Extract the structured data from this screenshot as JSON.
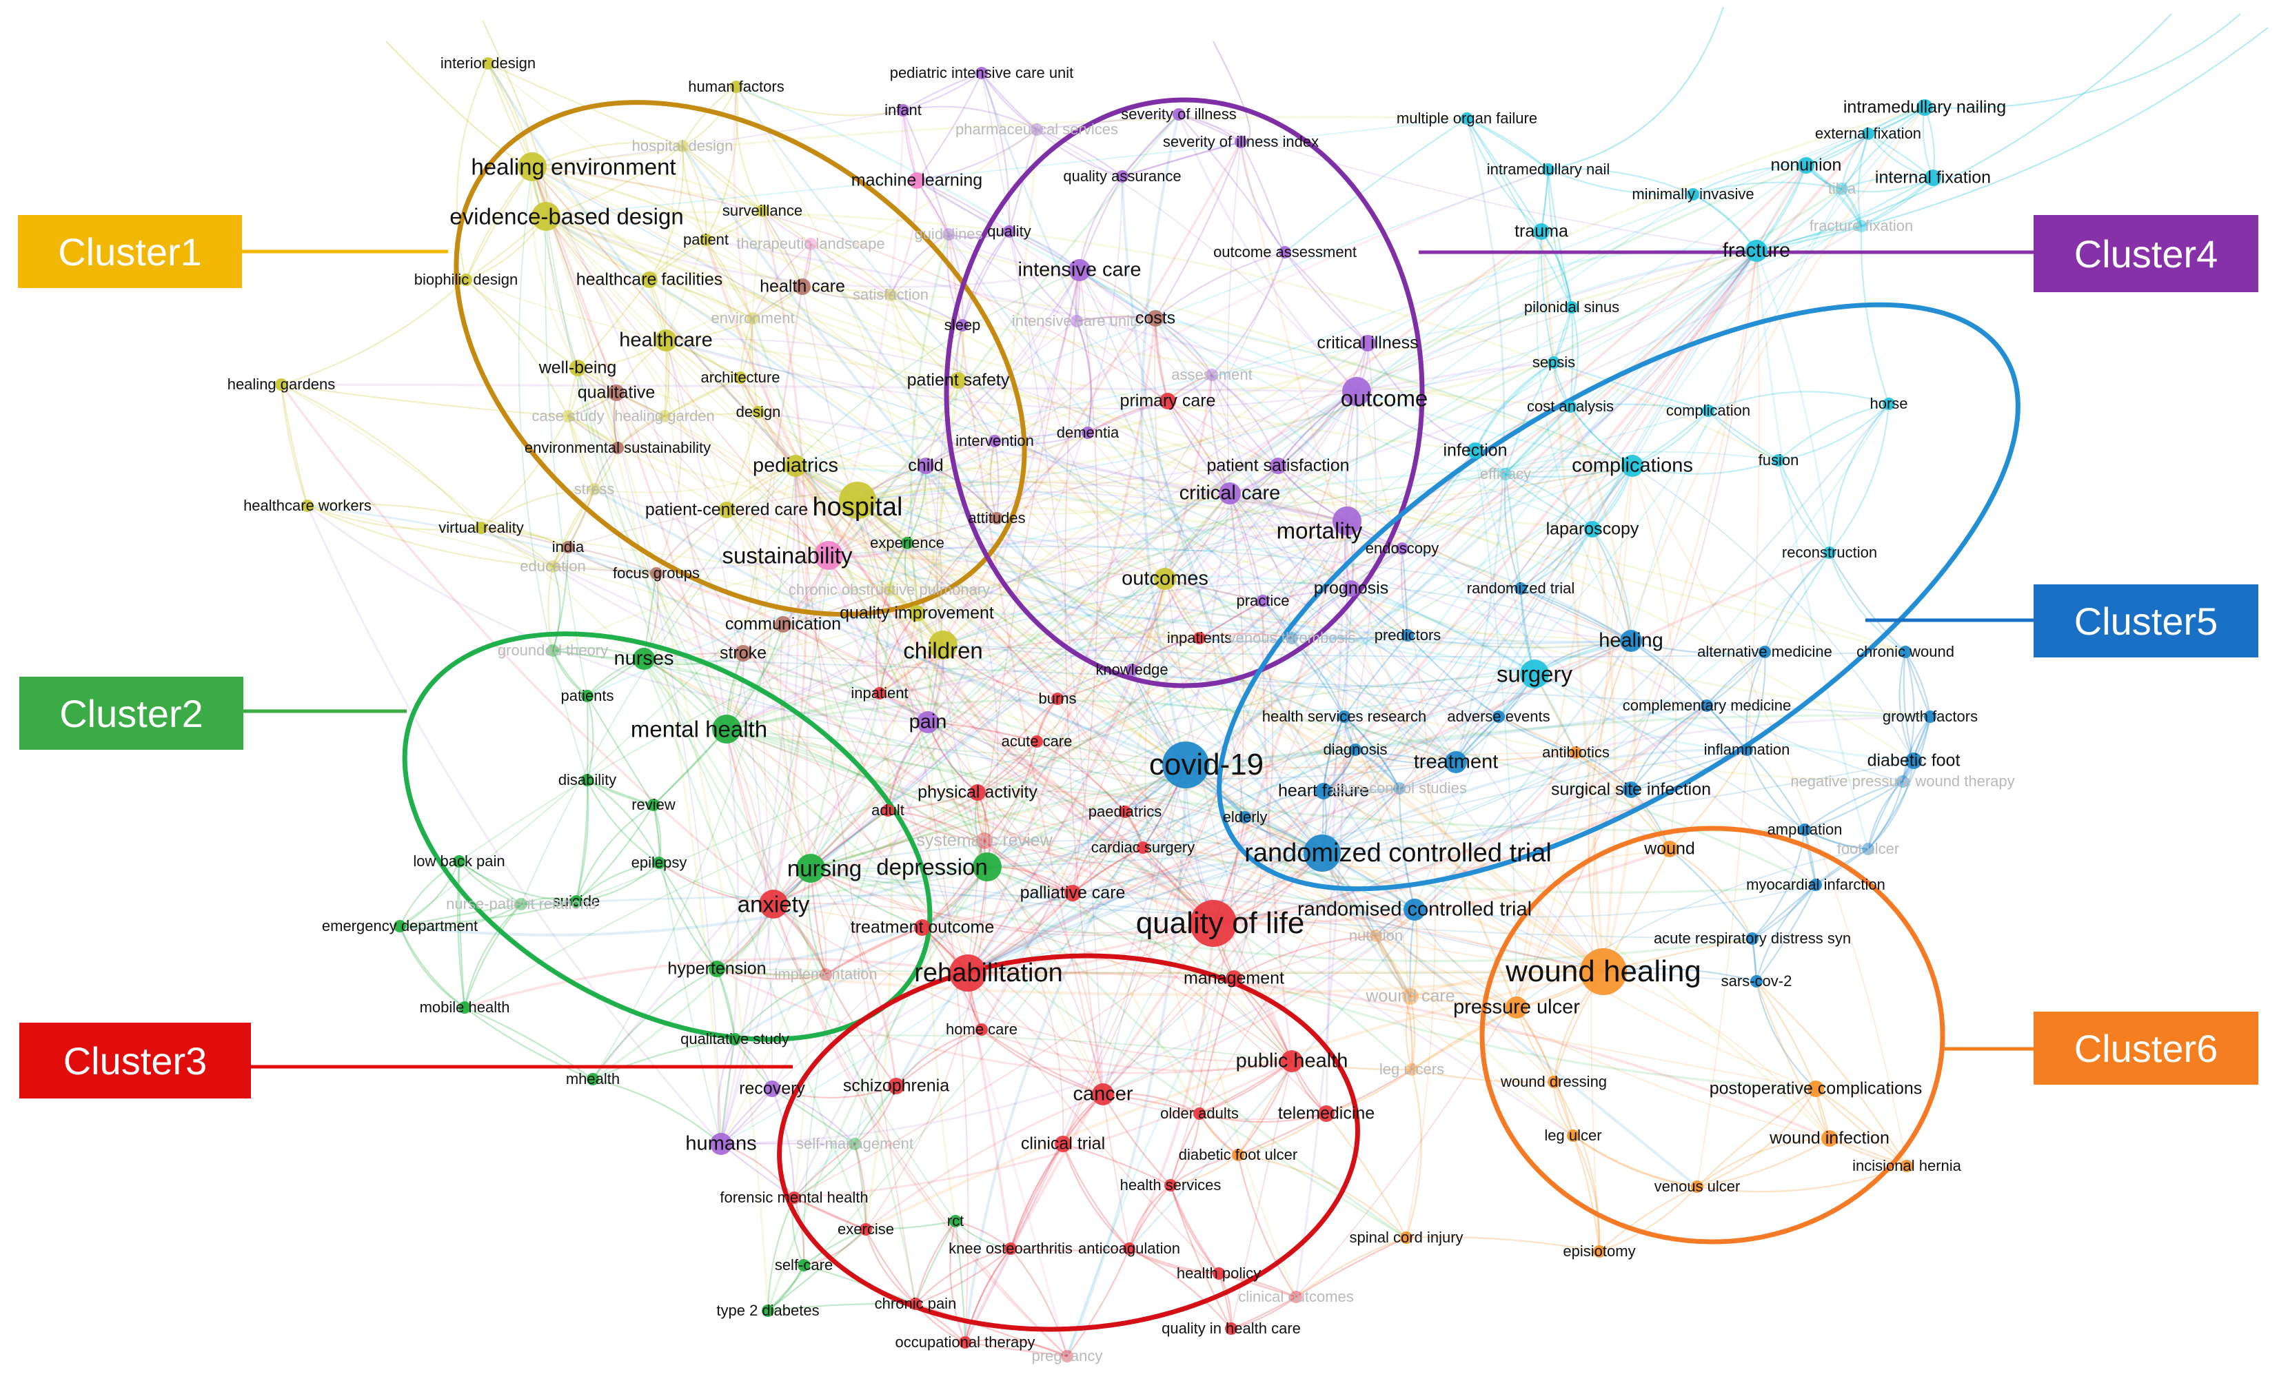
{
  "colors": {
    "c1": "#c9c632",
    "c2": "#1fae3c",
    "c3": "#e8353d",
    "c4": "#a567d8",
    "c5": "#1b86c9",
    "c6": "#f7922a",
    "cyan": "#1ec2db",
    "pink": "#f081c7",
    "brown": "#b5766a"
  },
  "clusters": [
    {
      "id": "cluster1",
      "label": "Cluster1",
      "color": "#f2b705",
      "ring": "#c48a12"
    },
    {
      "id": "cluster2",
      "label": "Cluster2",
      "color": "#3aab45",
      "ring": "#1fb04b"
    },
    {
      "id": "cluster3",
      "label": "Cluster3",
      "color": "#e10d0d",
      "ring": "#d40f16"
    },
    {
      "id": "cluster4",
      "label": "Cluster4",
      "color": "#8631a8",
      "ring": "#7f2fa6"
    },
    {
      "id": "cluster5",
      "label": "Cluster5",
      "color": "#1a70c4",
      "ring": "#238ed4"
    },
    {
      "id": "cluster6",
      "label": "Cluster6",
      "color": "#f57f20",
      "ring": "#f57a25"
    }
  ],
  "nodes": [
    {
      "id": "n1",
      "label": "interior design",
      "c": "c1",
      "w": 1
    },
    {
      "id": "n2",
      "label": "human factors",
      "c": "c1",
      "w": 1
    },
    {
      "id": "n3",
      "label": "hospital design",
      "c": "c1",
      "w": 1,
      "faint": true
    },
    {
      "id": "n4",
      "label": "healing environment",
      "c": "c1",
      "w": 4
    },
    {
      "id": "n5",
      "label": "evidence-based design",
      "c": "c1",
      "w": 4
    },
    {
      "id": "n6",
      "label": "surveillance",
      "c": "c1",
      "w": 1
    },
    {
      "id": "n7",
      "label": "patient",
      "c": "c1",
      "w": 1
    },
    {
      "id": "n8",
      "label": "therapeutic landscape",
      "c": "pink",
      "w": 1,
      "faint": true
    },
    {
      "id": "n9",
      "label": "biophilic design",
      "c": "c1",
      "w": 1
    },
    {
      "id": "n10",
      "label": "healthcare facilities",
      "c": "c1",
      "w": 2
    },
    {
      "id": "n11",
      "label": "health care",
      "c": "brown",
      "w": 2
    },
    {
      "id": "n12",
      "label": "environment",
      "c": "c1",
      "w": 1,
      "faint": true
    },
    {
      "id": "n13",
      "label": "healthcare",
      "c": "c1",
      "w": 3
    },
    {
      "id": "n14",
      "label": "well-being",
      "c": "c1",
      "w": 2
    },
    {
      "id": "n15",
      "label": "qualitative",
      "c": "brown",
      "w": 2
    },
    {
      "id": "n16",
      "label": "architecture",
      "c": "c1",
      "w": 1
    },
    {
      "id": "n17",
      "label": "case study",
      "c": "c1",
      "w": 1,
      "faint": true
    },
    {
      "id": "n18",
      "label": "healing garden",
      "c": "c1",
      "w": 1,
      "faint": true
    },
    {
      "id": "n19",
      "label": "design",
      "c": "c1",
      "w": 1
    },
    {
      "id": "n20",
      "label": "environmental sustainability",
      "c": "brown",
      "w": 1
    },
    {
      "id": "n21",
      "label": "healing gardens",
      "c": "c1",
      "w": 1
    },
    {
      "id": "n22",
      "label": "pediatrics",
      "c": "c1",
      "w": 3
    },
    {
      "id": "n23",
      "label": "stress",
      "c": "c1",
      "w": 1,
      "faint": true
    },
    {
      "id": "n24",
      "label": "patient-centered care",
      "c": "c1",
      "w": 2
    },
    {
      "id": "n25",
      "label": "hospital",
      "c": "c1",
      "w": 5
    },
    {
      "id": "n26",
      "label": "healthcare workers",
      "c": "c1",
      "w": 1
    },
    {
      "id": "n27",
      "label": "virtual reality",
      "c": "c1",
      "w": 1
    },
    {
      "id": "n28",
      "label": "education",
      "c": "c1",
      "w": 1,
      "faint": true
    },
    {
      "id": "n29",
      "label": "india",
      "c": "brown",
      "w": 1
    },
    {
      "id": "n30",
      "label": "sustainability",
      "c": "pink",
      "w": 4
    },
    {
      "id": "n31",
      "label": "focus groups",
      "c": "brown",
      "w": 1
    },
    {
      "id": "n32",
      "label": "chronic obstructive pulmonary",
      "c": "c1",
      "w": 1,
      "faint": true
    },
    {
      "id": "n33",
      "label": "communication",
      "c": "brown",
      "w": 2
    },
    {
      "id": "n34",
      "label": "quality improvement",
      "c": "c1",
      "w": 2
    },
    {
      "id": "n35",
      "label": "children",
      "c": "c1",
      "w": 4
    },
    {
      "id": "n36",
      "label": "grounded theory",
      "c": "c2",
      "w": 1,
      "faint": true
    },
    {
      "id": "n37",
      "label": "nurses",
      "c": "c2",
      "w": 3
    },
    {
      "id": "n38",
      "label": "stroke",
      "c": "brown",
      "w": 2
    },
    {
      "id": "n39",
      "label": "patients",
      "c": "c2",
      "w": 1
    },
    {
      "id": "n40",
      "label": "mental health",
      "c": "c2",
      "w": 4
    },
    {
      "id": "n41",
      "label": "disability",
      "c": "c2",
      "w": 1
    },
    {
      "id": "n42",
      "label": "review",
      "c": "c2",
      "w": 1
    },
    {
      "id": "n43",
      "label": "low back pain",
      "c": "c2",
      "w": 1
    },
    {
      "id": "n44",
      "label": "nursing",
      "c": "c2",
      "w": 4
    },
    {
      "id": "n45",
      "label": "depression",
      "c": "c2",
      "w": 4
    },
    {
      "id": "n46",
      "label": "epilepsy",
      "c": "c2",
      "w": 1
    },
    {
      "id": "n47",
      "label": "anxiety",
      "c": "c3",
      "w": 4
    },
    {
      "id": "n48",
      "label": "suicide",
      "c": "c2",
      "w": 1
    },
    {
      "id": "n49",
      "label": "nurse-patient relations",
      "c": "c2",
      "w": 1,
      "faint": true
    },
    {
      "id": "n50",
      "label": "emergency department",
      "c": "c2",
      "w": 1
    },
    {
      "id": "n51",
      "label": "hypertension",
      "c": "c2",
      "w": 2
    },
    {
      "id": "n52",
      "label": "mobile health",
      "c": "c2",
      "w": 1
    },
    {
      "id": "n53",
      "label": "qualitative study",
      "c": "c2",
      "w": 1
    },
    {
      "id": "n54",
      "label": "mhealth",
      "c": "c2",
      "w": 1
    },
    {
      "id": "n55",
      "label": "pain",
      "c": "c4",
      "w": 3
    },
    {
      "id": "n56",
      "label": "inpatient",
      "c": "c3",
      "w": 1
    },
    {
      "id": "n57",
      "label": "burns",
      "c": "c3",
      "w": 1
    },
    {
      "id": "n58",
      "label": "acute care",
      "c": "c3",
      "w": 1
    },
    {
      "id": "n59",
      "label": "adult",
      "c": "c3",
      "w": 1
    },
    {
      "id": "n60",
      "label": "physical activity",
      "c": "c3",
      "w": 2
    },
    {
      "id": "n61",
      "label": "paediatrics",
      "c": "c3",
      "w": 1
    },
    {
      "id": "n62",
      "label": "systematic review",
      "c": "c3",
      "w": 2,
      "faint": true
    },
    {
      "id": "n63",
      "label": "cardiac surgery",
      "c": "c3",
      "w": 1
    },
    {
      "id": "n64",
      "label": "palliative care",
      "c": "c3",
      "w": 2
    },
    {
      "id": "n65",
      "label": "treatment outcome",
      "c": "c3",
      "w": 2
    },
    {
      "id": "n66",
      "label": "implementation",
      "c": "c3",
      "w": 1,
      "faint": true
    },
    {
      "id": "n67",
      "label": "rehabilitation",
      "c": "c3",
      "w": 5
    },
    {
      "id": "n68",
      "label": "quality of life",
      "c": "c3",
      "w": 6
    },
    {
      "id": "n69",
      "label": "management",
      "c": "c3",
      "w": 2
    },
    {
      "id": "n70",
      "label": "home care",
      "c": "c3",
      "w": 1
    },
    {
      "id": "n71",
      "label": "schizophrenia",
      "c": "c3",
      "w": 2
    },
    {
      "id": "n72",
      "label": "cancer",
      "c": "c3",
      "w": 3
    },
    {
      "id": "n73",
      "label": "public health",
      "c": "c3",
      "w": 3
    },
    {
      "id": "n74",
      "label": "older adults",
      "c": "c3",
      "w": 1
    },
    {
      "id": "n75",
      "label": "telemedicine",
      "c": "c3",
      "w": 2
    },
    {
      "id": "n76",
      "label": "recovery",
      "c": "c4",
      "w": 2
    },
    {
      "id": "n77",
      "label": "humans",
      "c": "c4",
      "w": 3
    },
    {
      "id": "n78",
      "label": "self-management",
      "c": "c2",
      "w": 1,
      "faint": true
    },
    {
      "id": "n79",
      "label": "clinical trial",
      "c": "c3",
      "w": 2
    },
    {
      "id": "n80",
      "label": "diabetic foot ulcer",
      "c": "c6",
      "w": 1
    },
    {
      "id": "n81",
      "label": "health services",
      "c": "c3",
      "w": 1
    },
    {
      "id": "n82",
      "label": "forensic mental health",
      "c": "c3",
      "w": 1
    },
    {
      "id": "n83",
      "label": "rct",
      "c": "c2",
      "w": 1
    },
    {
      "id": "n84",
      "label": "exercise",
      "c": "c3",
      "w": 1
    },
    {
      "id": "n85",
      "label": "knee osteoarthritis",
      "c": "c3",
      "w": 1
    },
    {
      "id": "n86",
      "label": "anticoagulation",
      "c": "c3",
      "w": 1
    },
    {
      "id": "n87",
      "label": "self-care",
      "c": "c2",
      "w": 1
    },
    {
      "id": "n88",
      "label": "health policy",
      "c": "c3",
      "w": 1
    },
    {
      "id": "n89",
      "label": "clinical outcomes",
      "c": "c3",
      "w": 1,
      "faint": true
    },
    {
      "id": "n90",
      "label": "type 2 diabetes",
      "c": "c2",
      "w": 1
    },
    {
      "id": "n91",
      "label": "chronic pain",
      "c": "c3",
      "w": 1
    },
    {
      "id": "n92",
      "label": "quality in health care",
      "c": "c3",
      "w": 1
    },
    {
      "id": "n93",
      "label": "occupational therapy",
      "c": "c3",
      "w": 1
    },
    {
      "id": "n94",
      "label": "pregnancy",
      "c": "c3",
      "w": 1,
      "faint": true
    },
    {
      "id": "n95",
      "label": "pediatric intensive care unit",
      "c": "c4",
      "w": 1
    },
    {
      "id": "n96",
      "label": "infant",
      "c": "c4",
      "w": 1
    },
    {
      "id": "n97",
      "label": "severity of illness",
      "c": "c4",
      "w": 1
    },
    {
      "id": "n98",
      "label": "pharmaceutical services",
      "c": "c4",
      "w": 1,
      "faint": true
    },
    {
      "id": "n99",
      "label": "severity of illness index",
      "c": "c4",
      "w": 1
    },
    {
      "id": "n100",
      "label": "machine learning",
      "c": "pink",
      "w": 2
    },
    {
      "id": "n101",
      "label": "quality assurance",
      "c": "c4",
      "w": 1
    },
    {
      "id": "n102",
      "label": "quality",
      "c": "c4",
      "w": 1
    },
    {
      "id": "n103",
      "label": "guidelines",
      "c": "c4",
      "w": 1,
      "faint": true
    },
    {
      "id": "n104",
      "label": "satisfaction",
      "c": "c1",
      "w": 1,
      "faint": true
    },
    {
      "id": "n105",
      "label": "intensive care",
      "c": "c4",
      "w": 3
    },
    {
      "id": "n106",
      "label": "outcome assessment",
      "c": "c4",
      "w": 1
    },
    {
      "id": "n107",
      "label": "sleep",
      "c": "c4",
      "w": 1
    },
    {
      "id": "n108",
      "label": "intensive care units",
      "c": "c4",
      "w": 1,
      "faint": true
    },
    {
      "id": "n109",
      "label": "costs",
      "c": "brown",
      "w": 2
    },
    {
      "id": "n110",
      "label": "critical illness",
      "c": "c4",
      "w": 2
    },
    {
      "id": "n111",
      "label": "patient safety",
      "c": "c1",
      "w": 2
    },
    {
      "id": "n112",
      "label": "assessment",
      "c": "c4",
      "w": 1,
      "faint": true
    },
    {
      "id": "n113",
      "label": "primary care",
      "c": "c3",
      "w": 2
    },
    {
      "id": "n114",
      "label": "outcome",
      "c": "c4",
      "w": 4
    },
    {
      "id": "n115",
      "label": "dementia",
      "c": "c4",
      "w": 1
    },
    {
      "id": "n116",
      "label": "intervention",
      "c": "c4",
      "w": 1
    },
    {
      "id": "n117",
      "label": "child",
      "c": "c4",
      "w": 2
    },
    {
      "id": "n118",
      "label": "patient satisfaction",
      "c": "c4",
      "w": 2
    },
    {
      "id": "n119",
      "label": "critical care",
      "c": "c4",
      "w": 3
    },
    {
      "id": "n120",
      "label": "attitudes",
      "c": "brown",
      "w": 1
    },
    {
      "id": "n121",
      "label": "mortality",
      "c": "c4",
      "w": 4
    },
    {
      "id": "n122",
      "label": "endoscopy",
      "c": "c4",
      "w": 1
    },
    {
      "id": "n123",
      "label": "experience",
      "c": "c2",
      "w": 1
    },
    {
      "id": "n124",
      "label": "outcomes",
      "c": "c1",
      "w": 3
    },
    {
      "id": "n125",
      "label": "practice",
      "c": "c4",
      "w": 1
    },
    {
      "id": "n126",
      "label": "prognosis",
      "c": "c4",
      "w": 2
    },
    {
      "id": "n127",
      "label": "inpatients",
      "c": "c3",
      "w": 1
    },
    {
      "id": "n128",
      "label": "venous thrombosis",
      "c": "c5",
      "w": 1,
      "faint": true
    },
    {
      "id": "n129",
      "label": "knowledge",
      "c": "c4",
      "w": 1
    },
    {
      "id": "n130",
      "label": "multiple organ failure",
      "c": "cyan",
      "w": 1
    },
    {
      "id": "n131",
      "label": "intramedullary nailing",
      "c": "cyan",
      "w": 2
    },
    {
      "id": "n132",
      "label": "external fixation",
      "c": "cyan",
      "w": 1
    },
    {
      "id": "n133",
      "label": "intramedullary nail",
      "c": "cyan",
      "w": 1
    },
    {
      "id": "n134",
      "label": "nonunion",
      "c": "cyan",
      "w": 2
    },
    {
      "id": "n135",
      "label": "minimally invasive",
      "c": "cyan",
      "w": 1
    },
    {
      "id": "n136",
      "label": "tibia",
      "c": "cyan",
      "w": 1,
      "faint": true
    },
    {
      "id": "n137",
      "label": "internal fixation",
      "c": "cyan",
      "w": 2
    },
    {
      "id": "n138",
      "label": "trauma",
      "c": "cyan",
      "w": 2
    },
    {
      "id": "n139",
      "label": "fracture fixation",
      "c": "cyan",
      "w": 1,
      "faint": true
    },
    {
      "id": "n140",
      "label": "fracture",
      "c": "cyan",
      "w": 3
    },
    {
      "id": "n141",
      "label": "pilonidal sinus",
      "c": "cyan",
      "w": 1
    },
    {
      "id": "n142",
      "label": "sepsis",
      "c": "cyan",
      "w": 1
    },
    {
      "id": "n143",
      "label": "cost analysis",
      "c": "cyan",
      "w": 1
    },
    {
      "id": "n144",
      "label": "complication",
      "c": "cyan",
      "w": 1
    },
    {
      "id": "n145",
      "label": "horse",
      "c": "cyan",
      "w": 1
    },
    {
      "id": "n146",
      "label": "infection",
      "c": "cyan",
      "w": 2
    },
    {
      "id": "n147",
      "label": "complications",
      "c": "cyan",
      "w": 3
    },
    {
      "id": "n148",
      "label": "efficacy",
      "c": "cyan",
      "w": 1,
      "faint": true
    },
    {
      "id": "n149",
      "label": "fusion",
      "c": "cyan",
      "w": 1
    },
    {
      "id": "n150",
      "label": "laparoscopy",
      "c": "cyan",
      "w": 2
    },
    {
      "id": "n151",
      "label": "reconstruction",
      "c": "cyan",
      "w": 1
    },
    {
      "id": "n152",
      "label": "randomized trial",
      "c": "c5",
      "w": 1
    },
    {
      "id": "n153",
      "label": "predictors",
      "c": "c5",
      "w": 1
    },
    {
      "id": "n154",
      "label": "healing",
      "c": "c5",
      "w": 3
    },
    {
      "id": "n155",
      "label": "alternative medicine",
      "c": "c5",
      "w": 1
    },
    {
      "id": "n156",
      "label": "chronic wound",
      "c": "c5",
      "w": 1
    },
    {
      "id": "n157",
      "label": "surgery",
      "c": "cyan",
      "w": 4
    },
    {
      "id": "n158",
      "label": "complementary medicine",
      "c": "c5",
      "w": 1
    },
    {
      "id": "n159",
      "label": "growth factors",
      "c": "c5",
      "w": 1
    },
    {
      "id": "n160",
      "label": "health services research",
      "c": "c5",
      "w": 1
    },
    {
      "id": "n161",
      "label": "adverse events",
      "c": "c5",
      "w": 1
    },
    {
      "id": "n162",
      "label": "covid-19",
      "c": "c5",
      "w": 6
    },
    {
      "id": "n163",
      "label": "diagnosis",
      "c": "c5",
      "w": 1
    },
    {
      "id": "n164",
      "label": "treatment",
      "c": "c5",
      "w": 3
    },
    {
      "id": "n165",
      "label": "antibiotics",
      "c": "c6",
      "w": 1
    },
    {
      "id": "n166",
      "label": "inflammation",
      "c": "c5",
      "w": 1
    },
    {
      "id": "n167",
      "label": "diabetic foot",
      "c": "c5",
      "w": 2
    },
    {
      "id": "n168",
      "label": "negative pressure wound therapy",
      "c": "c5",
      "w": 1,
      "faint": true
    },
    {
      "id": "n169",
      "label": "heart failure",
      "c": "c5",
      "w": 2
    },
    {
      "id": "n170",
      "label": "elderly",
      "c": "c5",
      "w": 1
    },
    {
      "id": "n171",
      "label": "surgical site infection",
      "c": "c5",
      "w": 2
    },
    {
      "id": "n172",
      "label": "case-control studies",
      "c": "c5",
      "w": 1,
      "faint": true
    },
    {
      "id": "n173",
      "label": "amputation",
      "c": "c5",
      "w": 1
    },
    {
      "id": "n174",
      "label": "foot ulcer",
      "c": "c5",
      "w": 1,
      "faint": true
    },
    {
      "id": "n175",
      "label": "randomized controlled trial",
      "c": "c5",
      "w": 5
    },
    {
      "id": "n176",
      "label": "wound",
      "c": "c6",
      "w": 2
    },
    {
      "id": "n177",
      "label": "myocardial infarction",
      "c": "c5",
      "w": 1
    },
    {
      "id": "n178",
      "label": "randomised controlled trial",
      "c": "c5",
      "w": 3
    },
    {
      "id": "n179",
      "label": "nutrition",
      "c": "c6",
      "w": 1,
      "faint": true
    },
    {
      "id": "n180",
      "label": "acute respiratory distress syn",
      "c": "c5",
      "w": 1
    },
    {
      "id": "n181",
      "label": "wound healing",
      "c": "c6",
      "w": 6
    },
    {
      "id": "n182",
      "label": "sars-cov-2",
      "c": "c5",
      "w": 1
    },
    {
      "id": "n183",
      "label": "wound care",
      "c": "c6",
      "w": 2,
      "faint": true
    },
    {
      "id": "n184",
      "label": "pressure ulcer",
      "c": "c6",
      "w": 3
    },
    {
      "id": "n185",
      "label": "leg ulcers",
      "c": "c6",
      "w": 1,
      "faint": true
    },
    {
      "id": "n186",
      "label": "wound dressing",
      "c": "c6",
      "w": 1
    },
    {
      "id": "n187",
      "label": "postoperative complications",
      "c": "c6",
      "w": 2
    },
    {
      "id": "n188",
      "label": "leg ulcer",
      "c": "c6",
      "w": 1
    },
    {
      "id": "n189",
      "label": "wound infection",
      "c": "c6",
      "w": 2
    },
    {
      "id": "n190",
      "label": "incisional hernia",
      "c": "c6",
      "w": 1
    },
    {
      "id": "n191",
      "label": "venous ulcer",
      "c": "c6",
      "w": 1
    },
    {
      "id": "n192",
      "label": "spinal cord injury",
      "c": "c6",
      "w": 1
    },
    {
      "id": "n193",
      "label": "episiotomy",
      "c": "c6",
      "w": 1
    }
  ]
}
